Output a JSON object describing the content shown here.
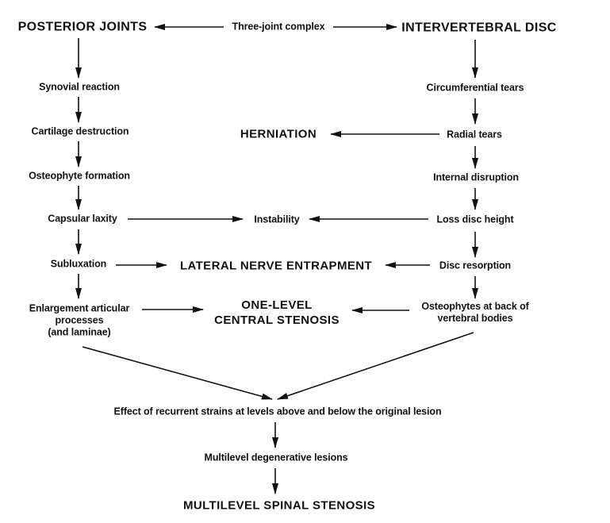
{
  "diagram": {
    "nodes": {
      "posterior_joints": "POSTERIOR JOINTS",
      "three_joint_complex": "Three-joint complex",
      "intervertebral_disc": "INTERVERTEBRAL DISC",
      "synovial_reaction": "Synovial reaction",
      "cartilage_destruction": "Cartilage destruction",
      "osteophyte_formation": "Osteophyte formation",
      "capsular_laxity": "Capsular laxity",
      "subluxation": "Subluxation",
      "enlargement_line1": "Enlargement articular",
      "enlargement_line2": "processes",
      "enlargement_line3": "(and laminae)",
      "circumferential_tears": "Circumferential tears",
      "radial_tears": "Radial tears",
      "internal_disruption": "Internal disruption",
      "loss_disc_height": "Loss  disc height",
      "disc_resorption": "Disc resorption",
      "osteophytes_back_line1": "Osteophytes at back of",
      "osteophytes_back_line2": "vertebral bodies",
      "herniation": "HERNIATION",
      "instability": "Instability",
      "lateral_nerve_entrapment": "LATERAL NERVE ENTRAPMENT",
      "one_level_line1": "ONE-LEVEL",
      "one_level_line2": "CENTRAL STENOSIS",
      "recurrent_strains": "Effect of recurrent strains at levels above and below the original lesion",
      "multilevel_lesions": "Multilevel degenerative lesions",
      "multilevel_stenosis": "MULTILEVEL SPINAL STENOSIS"
    },
    "edges": [
      {
        "from": "three_joint_complex",
        "to": "posterior_joints"
      },
      {
        "from": "three_joint_complex",
        "to": "intervertebral_disc"
      },
      {
        "from": "posterior_joints",
        "to": "synovial_reaction"
      },
      {
        "from": "synovial_reaction",
        "to": "cartilage_destruction"
      },
      {
        "from": "cartilage_destruction",
        "to": "osteophyte_formation"
      },
      {
        "from": "osteophyte_formation",
        "to": "capsular_laxity"
      },
      {
        "from": "capsular_laxity",
        "to": "subluxation"
      },
      {
        "from": "subluxation",
        "to": "enlargement_articular_processes"
      },
      {
        "from": "intervertebral_disc",
        "to": "circumferential_tears"
      },
      {
        "from": "circumferential_tears",
        "to": "radial_tears"
      },
      {
        "from": "radial_tears",
        "to": "internal_disruption"
      },
      {
        "from": "internal_disruption",
        "to": "loss_disc_height"
      },
      {
        "from": "loss_disc_height",
        "to": "disc_resorption"
      },
      {
        "from": "disc_resorption",
        "to": "osteophytes_back_of_vertebral_bodies"
      },
      {
        "from": "radial_tears",
        "to": "herniation"
      },
      {
        "from": "capsular_laxity",
        "to": "instability"
      },
      {
        "from": "loss_disc_height",
        "to": "instability"
      },
      {
        "from": "subluxation",
        "to": "lateral_nerve_entrapment"
      },
      {
        "from": "disc_resorption",
        "to": "lateral_nerve_entrapment"
      },
      {
        "from": "enlargement_articular_processes",
        "to": "one_level_central_stenosis"
      },
      {
        "from": "osteophytes_back_of_vertebral_bodies",
        "to": "one_level_central_stenosis"
      },
      {
        "from": "enlargement_articular_processes",
        "to": "recurrent_strains"
      },
      {
        "from": "osteophytes_back_of_vertebral_bodies",
        "to": "recurrent_strains"
      },
      {
        "from": "recurrent_strains",
        "to": "multilevel_lesions"
      },
      {
        "from": "multilevel_lesions",
        "to": "multilevel_stenosis"
      }
    ]
  }
}
